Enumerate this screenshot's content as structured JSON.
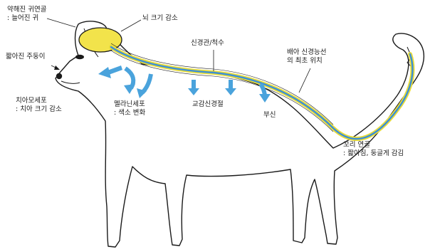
{
  "labels": {
    "ear_cartilage": {
      "line1": "약해진 귀연골",
      "line2": ": 늘어진 귀"
    },
    "short_muzzle": "짧아진 주둥이",
    "brain": "뇌 크기 감소",
    "neural_tube": "신경관/척수",
    "neural_crest": {
      "line1": "배아 신경능선",
      "line2": "의 최초 위치"
    },
    "odontoblast": {
      "line1": "치아모세포",
      "line2": ": 치아 크기 감소"
    },
    "melanocyte": {
      "line1": "멜라닌세포",
      "line2": ": 색소 변화"
    },
    "sympathetic": "교감신경절",
    "adrenal": "부신",
    "tail_cartilage": {
      "line1": "꼬리 연골",
      "line2": ": 짧아짐, 둥글게 감김"
    }
  },
  "colors": {
    "outline": "#1a1a1a",
    "brain_fill": "#f2e34b",
    "crest_yellow": "#e8dc3c",
    "tube_blue": "#3b8fd6",
    "arrow_blue": "#4aa3dc"
  }
}
